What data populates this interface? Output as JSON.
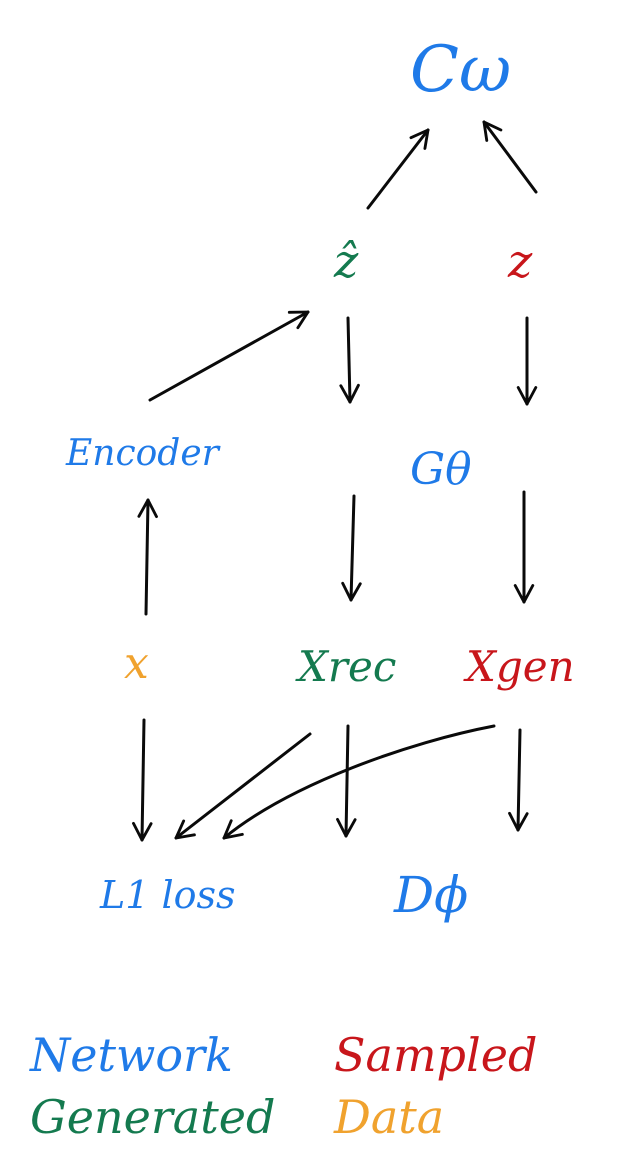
{
  "nodes": {
    "cw": "Cω",
    "zhat": "ẑ",
    "z": "z",
    "encoder": "Encoder",
    "g": "Gθ",
    "x": "x",
    "xrec": "Xrec",
    "xgen": "Xgen",
    "l1loss": "L1 loss",
    "d": "Dϕ"
  },
  "legend": {
    "network": "Network",
    "generated": "Generated",
    "sampled": "Sampled",
    "data": "Data"
  },
  "colors": {
    "network": "#1f7ae8",
    "generated": "#147a4f",
    "sampled": "#c8161b",
    "data": "#f0a22e",
    "arrow": "#0a0a0a"
  },
  "edges": [
    {
      "from": "zhat",
      "to": "cw"
    },
    {
      "from": "z",
      "to": "cw"
    },
    {
      "from": "encoder",
      "to": "zhat"
    },
    {
      "from": "zhat",
      "to": "g"
    },
    {
      "from": "z",
      "to": "g"
    },
    {
      "from": "x",
      "to": "encoder"
    },
    {
      "from": "g",
      "to": "xrec"
    },
    {
      "from": "g",
      "to": "xgen"
    },
    {
      "from": "x",
      "to": "l1loss"
    },
    {
      "from": "xrec",
      "to": "l1loss"
    },
    {
      "from": "xgen",
      "to": "l1loss"
    },
    {
      "from": "xrec",
      "to": "d"
    },
    {
      "from": "xgen",
      "to": "d"
    }
  ]
}
